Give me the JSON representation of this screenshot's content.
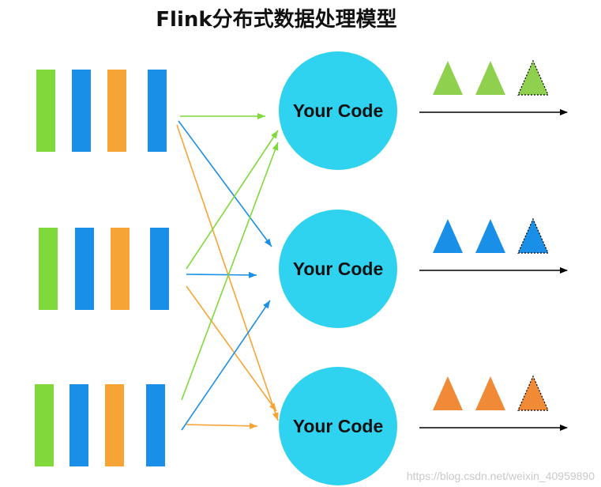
{
  "title": "Flink分布式数据处理模型",
  "watermark": "https://blog.csdn.net/weixin_40959890",
  "node_label": "Your Code",
  "colors": {
    "green": "#7fd93a",
    "blue": "#1a8fe8",
    "orange": "#f7a436",
    "node": "#2fd3f0",
    "out_green": "#8fd14f",
    "out_blue": "#1a8fe8",
    "out_orange": "#f08a36",
    "arrow_black": "#000000"
  },
  "sources": [
    {
      "name": "source-1",
      "bars": [
        "green",
        "blue",
        "orange",
        "blue"
      ]
    },
    {
      "name": "source-2",
      "bars": [
        "green",
        "blue",
        "orange",
        "blue"
      ]
    },
    {
      "name": "source-3",
      "bars": [
        "green",
        "blue",
        "orange",
        "blue"
      ]
    }
  ],
  "nodes": [
    {
      "name": "node-1",
      "output_color": "out_green"
    },
    {
      "name": "node-2",
      "output_color": "out_blue"
    },
    {
      "name": "node-3",
      "output_color": "out_orange"
    }
  ],
  "connections": [
    {
      "from": 1,
      "to": 1,
      "color": "green"
    },
    {
      "from": 1,
      "to": 2,
      "color": "blue"
    },
    {
      "from": 1,
      "to": 3,
      "color": "orange"
    },
    {
      "from": 2,
      "to": 1,
      "color": "green"
    },
    {
      "from": 2,
      "to": 2,
      "color": "blue"
    },
    {
      "from": 2,
      "to": 3,
      "color": "orange"
    },
    {
      "from": 3,
      "to": 1,
      "color": "green"
    },
    {
      "from": 3,
      "to": 2,
      "color": "blue"
    },
    {
      "from": 3,
      "to": 3,
      "color": "orange"
    }
  ]
}
